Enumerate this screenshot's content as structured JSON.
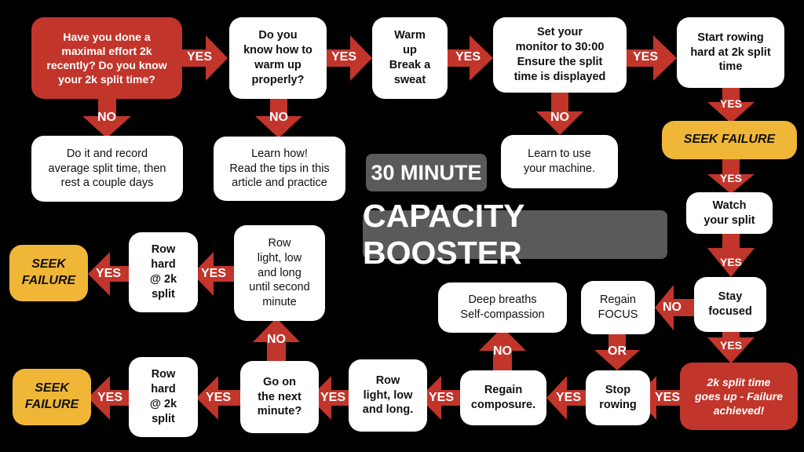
{
  "title_line1": "30 MINUTE",
  "title_line2": "CAPACITY BOOSTER",
  "nodes": {
    "q2k": "Have you done a\nmaximal effort 2k\nrecently? Do you know\nyour 2k split time?",
    "do_it": "Do it and record\naverage split time, then\nrest a couple days",
    "q_warm": "Do you\nknow how to\nwarm up\nproperly?",
    "learn_how": "Learn how!\nRead the tips in this\narticle and practice",
    "warm_up": "Warm\nup\nBreak a\nsweat",
    "set_monitor": "Set your\nmonitor to 30:00\nEnsure the split\ntime is displayed",
    "learn_machine": "Learn to use\nyour machine.",
    "start_rowing": "Start rowing\nhard at 2k split\ntime",
    "seek_failure_1": "SEEK FAILURE",
    "watch_split": "Watch\nyour split",
    "stay_focused": "Stay\nfocused",
    "regain_focus": "Regain\nFOCUS",
    "failure_achieved": "2k split time\ngoes up - Failure\nachieved!",
    "stop_rowing": "Stop\nrowing",
    "regain_composure": "Regain\ncomposure.",
    "deep_breaths": "Deep breaths\nSelf-compassion",
    "row_light_long": "Row\nlight, low\nand long.",
    "go_on": "Go on\nthe next\nminute?",
    "row_hard_bottom": "Row\nhard\n@ 2k\nsplit",
    "seek_failure_bottom": "SEEK\nFAILURE",
    "row_light_until": "Row\nlight, low\nand long\nuntil second\nminute",
    "row_hard_top": "Row\nhard\n@ 2k\nsplit",
    "seek_failure_left": "SEEK\nFAILURE"
  },
  "arrow_labels": {
    "q2k_yes": "YES",
    "q2k_no": "NO",
    "warm_yes": "YES",
    "warm_no": "NO",
    "warmup_yes": "YES",
    "monitor_yes": "YES",
    "monitor_no": "NO",
    "start_yes": "YES",
    "seek_yes": "YES",
    "watch_yes": "YES",
    "focused_no": "NO",
    "focused_yes": "YES",
    "regain_or": "OR",
    "failure_yes": "YES",
    "stop_yes": "YES",
    "composure_no": "NO",
    "composure_yes": "YES",
    "rowlight_yes": "YES",
    "goon_yes": "YES",
    "goon_no": "NO",
    "rowhard_bottom_yes": "YES",
    "rowlight_until_yes": "YES",
    "rowhard_top_yes": "YES"
  },
  "colors": {
    "arrow": "#c1352b",
    "decision": "#c1352b",
    "goal": "#f0b637",
    "title_bg": "#5a5a5a"
  }
}
